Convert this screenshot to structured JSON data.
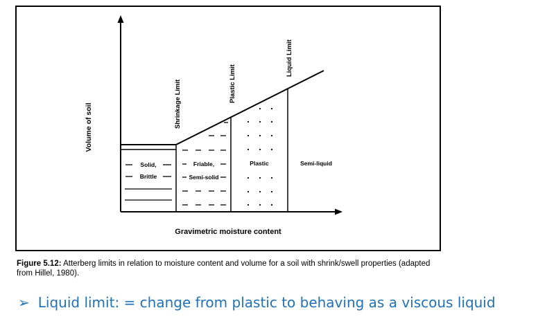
{
  "diagram": {
    "y_axis_label": "Volume of soil",
    "x_axis_label": "Gravimetric moisture content",
    "limits": [
      {
        "label": "Shrinkage Limit"
      },
      {
        "label": "Plastic Limit"
      },
      {
        "label": "Liquid Limit"
      }
    ],
    "zones": [
      {
        "lines": [
          "Solid,",
          "Brittle"
        ]
      },
      {
        "lines": [
          "Friable,",
          "Semi-solid"
        ]
      },
      {
        "lines": [
          "Plastic"
        ]
      },
      {
        "lines": [
          "Semi-liquid"
        ]
      }
    ]
  },
  "caption": {
    "label": "Figure 5.12:",
    "text": " Atterberg limits in relation to moisture content and volume for a soil with shrink/swell properties (adapted from Hillel, 1980)."
  },
  "bullet": {
    "text": "Liquid limit:  = change from plastic to behaving as a viscous liquid",
    "color": "#1f72b8"
  }
}
